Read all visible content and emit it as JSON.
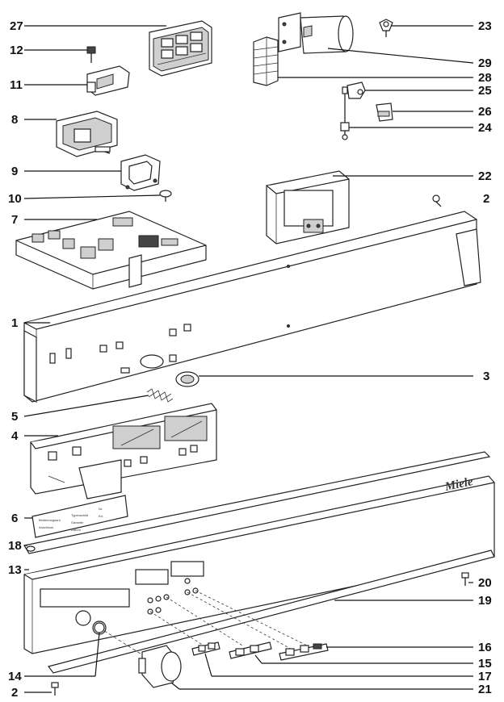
{
  "callouts": {
    "c1": "1",
    "c2a": "2",
    "c2b": "2",
    "c3": "3",
    "c4": "4",
    "c5": "5",
    "c6": "6",
    "c7": "7",
    "c8": "8",
    "c9": "9",
    "c10": "10",
    "c11": "11",
    "c12": "12",
    "c13": "13",
    "c14": "14",
    "c15": "15",
    "c16": "16",
    "c17": "17",
    "c18": "18",
    "c19": "19",
    "c20": "20",
    "c21": "21",
    "c22": "22",
    "c23": "23",
    "c24": "24",
    "c25": "25",
    "c26": "26",
    "c27": "27",
    "c28": "28",
    "c29": "29"
  },
  "brand_mark": "Miele"
}
